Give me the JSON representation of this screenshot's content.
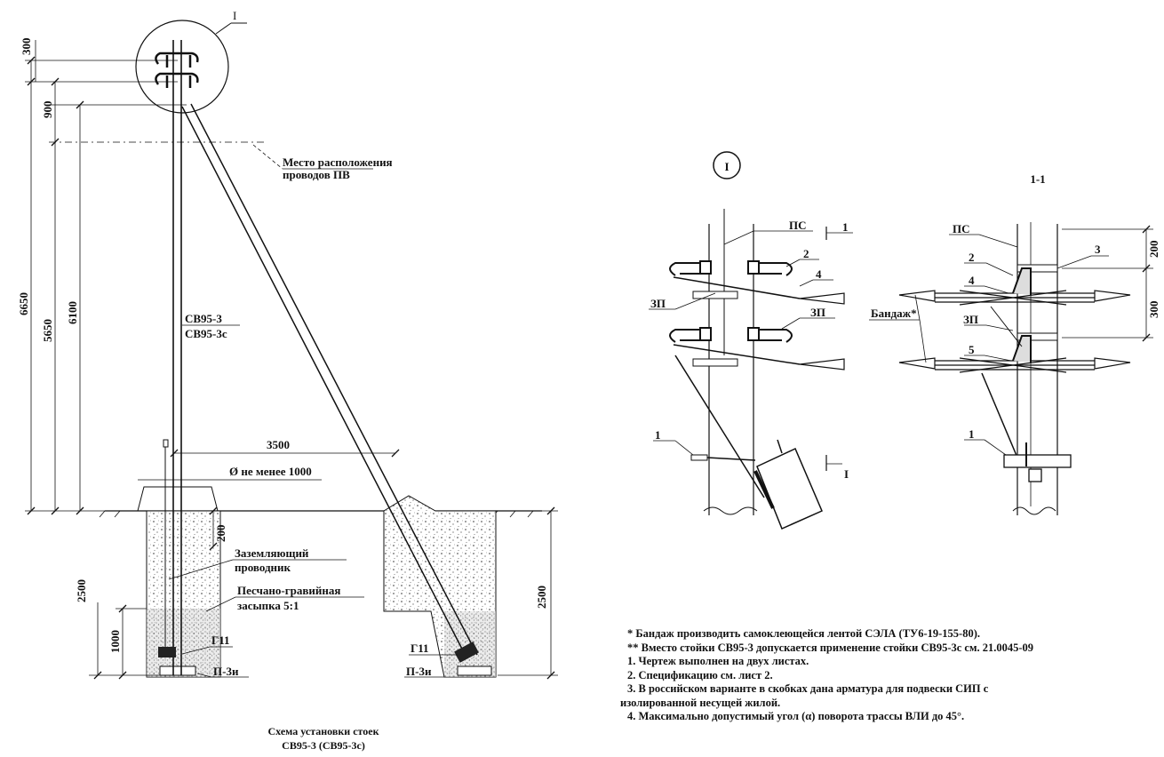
{
  "left": {
    "dimensions": {
      "d300": "300",
      "d900": "900",
      "d6650": "6650",
      "d5650": "5650",
      "d6100": "6100",
      "d3500": "3500",
      "d200": "200",
      "d2500l": "2500",
      "d1000": "1000",
      "d2500r": "2500"
    },
    "callout_node": "I",
    "wire_location": [
      "Место расположения",
      "проводов ПВ"
    ],
    "pole_label": [
      "СВ95-3",
      "СВ95-3с"
    ],
    "diameter": "Ø не менее 1000",
    "ground_conductor": [
      "Заземляющий",
      "проводник"
    ],
    "backfill": [
      "Песчано-гравийная",
      "засыпка 5:1"
    ],
    "g11_left": "Г11",
    "g11_right": "Г11",
    "p3i_left": "П-3и",
    "p3i_right": "П-3и",
    "caption": [
      "Схема установки стоек",
      "СВ95-3 (СВ95-3с)"
    ]
  },
  "detail": {
    "node": "I",
    "section": "1-1",
    "ps": "ПС",
    "mark1": "1",
    "n2": "2",
    "n4": "4",
    "zp_left": "ЗП",
    "zp_right": "ЗП",
    "n1": "1",
    "cut_bottom": "I"
  },
  "section": {
    "ps": "ПС",
    "n2": "2",
    "n3": "3",
    "n4": "4",
    "n5": "5",
    "n1": "1",
    "bandage": "Бандаж*",
    "zp": "ЗП",
    "d200": "200",
    "d300": "300"
  },
  "notes": [
    "* Бандаж производить самоклеющейся лентой СЭЛА (ТУ6-19-155-80).",
    "** Вместо стойки СВ95-3 допускается применение стойки СВ95-3с см. 21.0045-09",
    "1. Чертеж выполнен на двух листах.",
    "2. Спецификацию см. лист 2.",
    "3. В российском варианте в скобках дана арматура для подвески СИП с",
    "изолированной несущей жилой.",
    "4. Максимально допустимый угол (α) поворота трассы ВЛИ до 45°."
  ]
}
